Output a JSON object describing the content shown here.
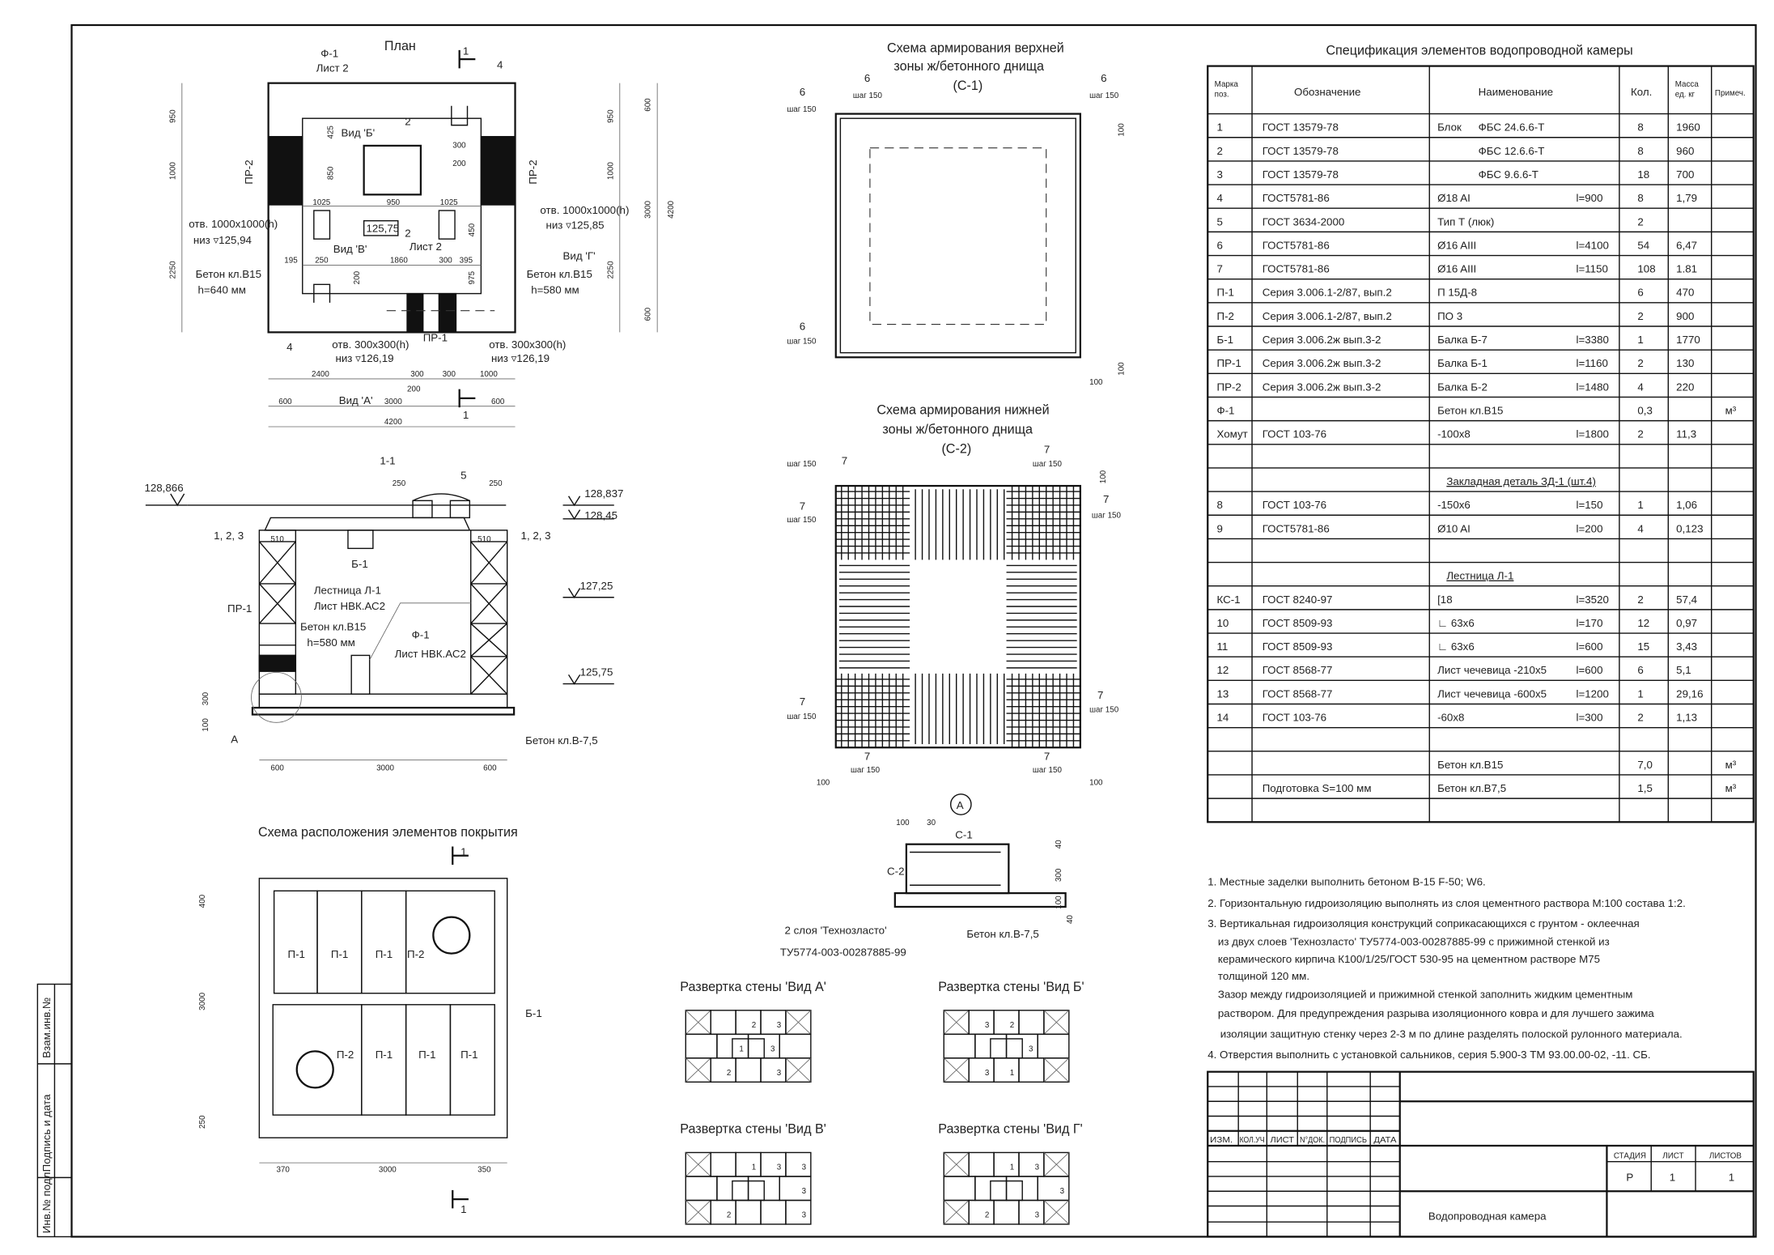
{
  "stamp": {
    "inv_orig": "Инв.№ подл.",
    "sign_date": "Подпись и дата",
    "repl_inv": "Взам.инв.№"
  },
  "plan": {
    "title": "План",
    "f1": "Ф-1",
    "f1_sheet": "Лист 2",
    "pos4": "4",
    "pr2": "ПР-2",
    "pr1": "ПР-1",
    "sec1": "1",
    "sec2": "2",
    "elev": "125,75",
    "sheet2": "Лист 2",
    "view_b": "Вид 'Б'",
    "view_v": "Вид 'В'",
    "view_g": "Вид 'Г'",
    "view_a": "Вид 'А'",
    "hole_left": [
      "отв. 1000x1000(h)",
      "низ ▿125,94"
    ],
    "hole_right": [
      "отв. 1000x1000(h)",
      "низ ▿125,85"
    ],
    "hole_bottom": [
      "отв. 300x300(h)",
      "низ ▿126,19"
    ],
    "conc_left": [
      "Бетон кл.В15",
      "h=640 мм"
    ],
    "conc_right": [
      "Бетон кл.В15",
      "h=580 мм"
    ],
    "dims": [
      "950",
      "1000",
      "2250",
      "600",
      "3000",
      "4200",
      "425",
      "850",
      "300",
      "200",
      "1025",
      "950",
      "1025",
      "195",
      "250",
      "1860",
      "300",
      "395",
      "450",
      "975",
      "200",
      "2400",
      "300",
      "300",
      "1000",
      "200",
      "600",
      "3000",
      "600",
      "4200"
    ]
  },
  "section": {
    "title": "1-1",
    "ground": "128,866",
    "elevs": [
      "128,837",
      "128,45",
      "127,25",
      "125,75"
    ],
    "blocks": "1, 2, 3",
    "pr1": "ПР-1",
    "w510": "510",
    "b1": "Б-1",
    "ladder": [
      "Лестница Л-1",
      "Лист НВК.АС2"
    ],
    "conc": [
      "Бетон кл.В15",
      "h=580 мм"
    ],
    "f1": [
      "Ф-1",
      "Лист НВК.АС2"
    ],
    "pos5": "5",
    "d250": "250",
    "d300": "300",
    "d100": "100",
    "node_a": "А",
    "prep": "Бетон кл.В-7,5",
    "dims": [
      "600",
      "3000",
      "600"
    ]
  },
  "cover": {
    "title": "Схема расположения элементов покрытия",
    "p1": "П-1",
    "p2": "П-2",
    "b1": "Б-1",
    "sec": "1",
    "dims": [
      "400",
      "3000",
      "250",
      "370",
      "3000",
      "350"
    ]
  },
  "c1": {
    "title": [
      "Схема армирования верхней",
      "зоны ж/бетонного днища",
      "(С-1)"
    ],
    "pos": "6",
    "step": "шаг 150",
    "d100": "100"
  },
  "c2": {
    "title": [
      "Схема армирования нижней",
      "зоны ж/бетонного днища",
      "(С-2)"
    ],
    "pos": "7",
    "step": "шаг 150",
    "d100": "100"
  },
  "detail": {
    "mark": "А",
    "d100": "100",
    "d30": "30",
    "c1": "С-1",
    "c2": "С-2",
    "d40": "40",
    "d300": "300",
    "membrane": [
      "2 слоя 'Технозласто'",
      "ТУ5774-003-00287885-99"
    ],
    "prep": "Бетон кл.В-7,5"
  },
  "walls": [
    {
      "title": "Развертка стены 'Вид А'",
      "rows": [
        [
          "x",
          "",
          "2",
          "3",
          "x"
        ],
        [
          "",
          "1",
          "3",
          ""
        ],
        [
          "x",
          "2",
          "",
          "3",
          "x"
        ]
      ]
    },
    {
      "title": "Развертка стены 'Вид Б'",
      "rows": [
        [
          "x",
          "3",
          "2",
          "",
          "x"
        ],
        [
          "",
          "",
          "3",
          ""
        ],
        [
          "x",
          "3",
          "1",
          "",
          "x"
        ]
      ]
    },
    {
      "title": "Развертка стены 'Вид В'",
      "rows": [
        [
          "x",
          "",
          "1",
          "3",
          "3"
        ],
        [
          "",
          "",
          "",
          "3"
        ],
        [
          "x",
          "2",
          "",
          "",
          "3"
        ]
      ]
    },
    {
      "title": "Развертка стены 'Вид Г'",
      "rows": [
        [
          "x",
          "",
          "1",
          "3",
          "x"
        ],
        [
          "",
          "",
          "",
          "3"
        ],
        [
          "x",
          "2",
          "",
          "3",
          "x"
        ]
      ]
    }
  ],
  "spec": {
    "title": "Спецификация элементов водопроводной камеры",
    "headers": [
      "Марка поз.",
      "Обозначение",
      "Наименование",
      "Кол.",
      "Масса ед. кг",
      "Примеч."
    ],
    "rows": [
      {
        "mark": "1",
        "des": "ГОСТ 13579-78",
        "name": "Блок",
        "name2": "ФБС 24.6.6-Т",
        "len": "",
        "qty": "8",
        "mass": "1960",
        "note": ""
      },
      {
        "mark": "2",
        "des": "ГОСТ 13579-78",
        "name": "",
        "name2": "ФБС 12.6.6-Т",
        "len": "",
        "qty": "8",
        "mass": "960",
        "note": ""
      },
      {
        "mark": "3",
        "des": "ГОСТ 13579-78",
        "name": "",
        "name2": "ФБС 9.6.6-Т",
        "len": "",
        "qty": "18",
        "mass": "700",
        "note": ""
      },
      {
        "mark": "4",
        "des": "ГОСТ5781-86",
        "name": "Ø18  AI",
        "name2": "",
        "len": "l=900",
        "qty": "8",
        "mass": "1,79",
        "note": ""
      },
      {
        "mark": "5",
        "des": "ГОСТ 3634-2000",
        "name": "Тип Т (люк)",
        "name2": "",
        "len": "",
        "qty": "2",
        "mass": "",
        "note": ""
      },
      {
        "mark": "6",
        "des": "ГОСТ5781-86",
        "name": "Ø16  AIII",
        "name2": "",
        "len": "l=4100",
        "qty": "54",
        "mass": "6,47",
        "note": ""
      },
      {
        "mark": "7",
        "des": "ГОСТ5781-86",
        "name": "Ø16  AIII",
        "name2": "",
        "len": "l=1150",
        "qty": "108",
        "mass": "1.81",
        "note": ""
      },
      {
        "mark": "П-1",
        "des": "Серия 3.006.1-2/87, вып.2",
        "name": "П 15Д-8",
        "name2": "",
        "len": "",
        "qty": "6",
        "mass": "470",
        "note": ""
      },
      {
        "mark": "П-2",
        "des": "Серия 3.006.1-2/87, вып.2",
        "name": "ПО 3",
        "name2": "",
        "len": "",
        "qty": "2",
        "mass": "900",
        "note": ""
      },
      {
        "mark": "Б-1",
        "des": "Серия 3.006.2ж вып.3-2",
        "name": "Балка  Б-7",
        "name2": "",
        "len": "l=3380",
        "qty": "1",
        "mass": "1770",
        "note": ""
      },
      {
        "mark": "ПР-1",
        "des": "Серия 3.006.2ж вып.3-2",
        "name": "Балка  Б-1",
        "name2": "",
        "len": "l=1160",
        "qty": "2",
        "mass": "130",
        "note": ""
      },
      {
        "mark": "ПР-2",
        "des": "Серия 3.006.2ж вып.3-2",
        "name": "Балка  Б-2",
        "name2": "",
        "len": "l=1480",
        "qty": "4",
        "mass": "220",
        "note": ""
      },
      {
        "mark": "Ф-1",
        "des": "",
        "name": "Бетон кл.В15",
        "name2": "",
        "len": "",
        "qty": "0,3",
        "mass": "",
        "note": "м³"
      },
      {
        "mark": "Хомут",
        "des": "ГОСТ 103-76",
        "name": "-100x8",
        "name2": "",
        "len": "l=1800",
        "qty": "2",
        "mass": "11,3",
        "note": ""
      },
      {
        "mark": "",
        "des": "",
        "name": "",
        "name2": "",
        "len": "",
        "qty": "",
        "mass": "",
        "note": ""
      },
      {
        "heading": "Закладная деталь ЗД-1 (шт.4)"
      },
      {
        "mark": "8",
        "des": "ГОСТ 103-76",
        "name": "-150x6",
        "name2": "",
        "len": "l=150",
        "qty": "1",
        "mass": "1,06",
        "note": ""
      },
      {
        "mark": "9",
        "des": "ГОСТ5781-86",
        "name": "Ø10 AI",
        "name2": "",
        "len": "l=200",
        "qty": "4",
        "mass": "0,123",
        "note": ""
      },
      {
        "mark": "",
        "des": "",
        "name": "",
        "name2": "",
        "len": "",
        "qty": "",
        "mass": "",
        "note": ""
      },
      {
        "heading": "Лестница Л-1"
      },
      {
        "mark": "КС-1",
        "des": "ГОСТ 8240-97",
        "name": "[18",
        "name2": "",
        "len": "l=3520",
        "qty": "2",
        "mass": "57,4",
        "note": ""
      },
      {
        "mark": "10",
        "des": "ГОСТ 8509-93",
        "name": "∟ 63x6",
        "name2": "",
        "len": "l=170",
        "qty": "12",
        "mass": "0,97",
        "note": ""
      },
      {
        "mark": "11",
        "des": "ГОСТ 8509-93",
        "name": "∟ 63x6",
        "name2": "",
        "len": "l=600",
        "qty": "15",
        "mass": "3,43",
        "note": ""
      },
      {
        "mark": "12",
        "des": "ГОСТ 8568-77",
        "name": "Лист чечевица -210x5",
        "name2": "",
        "len": "l=600",
        "qty": "6",
        "mass": "5,1",
        "note": ""
      },
      {
        "mark": "13",
        "des": "ГОСТ 8568-77",
        "name": "Лист чечевица -600x5",
        "name2": "",
        "len": "l=1200",
        "qty": "1",
        "mass": "29,16",
        "note": ""
      },
      {
        "mark": "14",
        "des": "ГОСТ 103-76",
        "name": "-60x8",
        "name2": "",
        "len": "l=300",
        "qty": "2",
        "mass": "1,13",
        "note": ""
      },
      {
        "mark": "",
        "des": "",
        "name": "",
        "name2": "",
        "len": "",
        "qty": "",
        "mass": "",
        "note": ""
      },
      {
        "mark": "",
        "des": "",
        "name": "Бетон кл.В15",
        "name2": "",
        "len": "",
        "qty": "7,0",
        "mass": "",
        "note": "м³"
      },
      {
        "mark": "",
        "des": "Подготовка S=100 мм",
        "name": "Бетон кл.В7,5",
        "name2": "",
        "len": "",
        "qty": "1,5",
        "mass": "",
        "note": "м³"
      },
      {
        "mark": "",
        "des": "",
        "name": "",
        "name2": "",
        "len": "",
        "qty": "",
        "mass": "",
        "note": ""
      }
    ]
  },
  "notes": [
    "1. Местные заделки выполнить бетоном В-15 F-50; W6.",
    "2. Горизонтальную гидроизоляцию выполнять из слоя цементного раствора М:100 состава 1:2.",
    "3. Вертикальная гидроизоляция конструкций соприкасающихся с грунтом - оклеечная",
    "из двух слоев 'Технозласто' ТУ5774-003-00287885-99 с прижимной стенкой из",
    "керамического кирпича К100/1/25/ГОСТ 530-95 на цементном растворе М75",
    "толщиной 120 мм.",
    "Зазор между гидроизоляцией и прижимной стенкой заполнить жидким цементным",
    "раствором. Для предупреждения разрыва изоляционного ковра и для лучшего зажима",
    "изоляции защитную стенку через 2-3 м по длине разделять полоской рулонного материала.",
    "4. Отверстия выполнить с установкой сальников, серия 5.900-3 ТМ 93.00.00-02, -11. СБ."
  ],
  "titleblock": {
    "cols": [
      "ИЗМ.",
      "КОЛ.УЧ",
      "ЛИСТ",
      "N°ДОК.",
      "ПОДПИСЬ",
      "ДАТА"
    ],
    "stage_label": "СТАДИЯ",
    "sheet_label": "ЛИСТ",
    "sheets_label": "ЛИСТОВ",
    "stage": "Р",
    "sheet": "1",
    "sheets": "1",
    "name": "Водопроводная камера"
  }
}
